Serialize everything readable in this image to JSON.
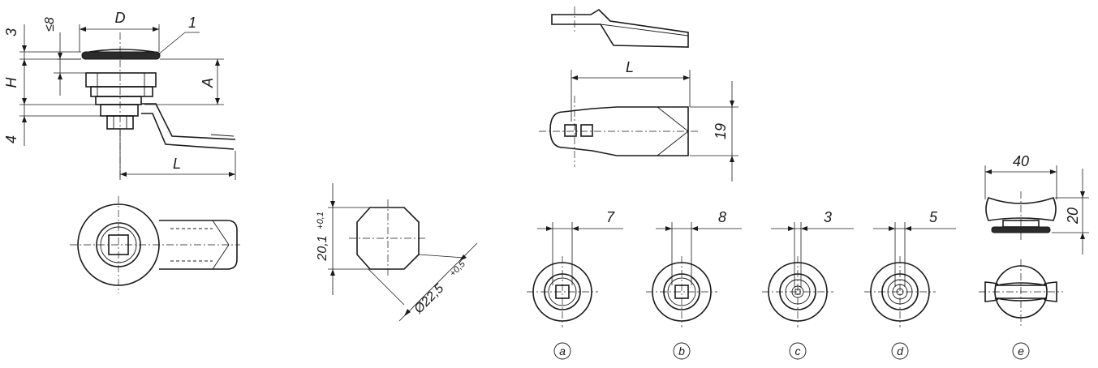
{
  "labels": {
    "dim_3": "3",
    "dim_le8": "≤8",
    "dim_D": "D",
    "callout_1": "1",
    "dim_H": "H",
    "dim_A": "A",
    "dim_4": "4",
    "dim_L_side": "L",
    "dim_20_1": "20,1",
    "tol_20_1": "+0,1",
    "dim_d22_5": "Ø22,5",
    "tol_d22_5": "+0,5",
    "dim_L_cam": "L",
    "dim_19": "19",
    "dim_40": "40",
    "dim_20": "20",
    "dim_a": "7",
    "dim_b": "8",
    "dim_c": "3",
    "dim_d": "5"
  },
  "variants": [
    {
      "id": "a",
      "label": "a"
    },
    {
      "id": "b",
      "label": "b"
    },
    {
      "id": "c",
      "label": "c"
    },
    {
      "id": "d",
      "label": "d"
    },
    {
      "id": "e",
      "label": "e"
    }
  ]
}
